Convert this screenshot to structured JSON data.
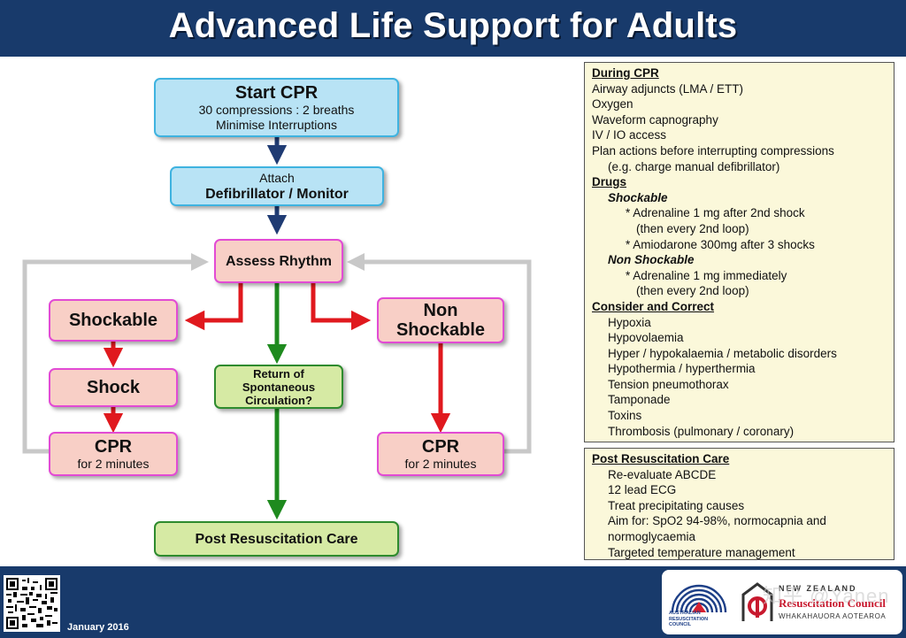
{
  "title": "Advanced Life Support for Adults",
  "flow": {
    "start": {
      "title": "Start CPR",
      "line1": "30 compressions : 2 breaths",
      "line2": "Minimise Interruptions"
    },
    "attach": {
      "line1": "Attach",
      "line2": "Defibrillator / Monitor"
    },
    "assess": "Assess Rhythm",
    "shockable": "Shockable",
    "shock": "Shock",
    "cpr_left": {
      "title": "CPR",
      "sub": "for 2 minutes"
    },
    "rosc": {
      "line1": "Return of",
      "line2": "Spontaneous",
      "line3": "Circulation?"
    },
    "non_shockable": {
      "line1": "Non",
      "line2": "Shockable"
    },
    "cpr_right": {
      "title": "CPR",
      "sub": "for 2 minutes"
    },
    "post": "Post Resuscitation Care"
  },
  "panel1": {
    "during_cpr": {
      "heading": "During CPR",
      "items": [
        "Airway adjuncts (LMA / ETT)",
        "Oxygen",
        "Waveform capnography",
        "IV / IO access",
        "Plan actions before interrupting compressions",
        "(e.g. charge manual defibrillator)"
      ]
    },
    "drugs": {
      "heading": "Drugs",
      "shockable": {
        "label": "Shockable",
        "lines": [
          "* Adrenaline 1 mg after 2nd shock",
          "(then every 2nd loop)",
          "* Amiodarone 300mg after 3 shocks"
        ]
      },
      "non_shockable": {
        "label": "Non Shockable",
        "lines": [
          "* Adrenaline 1 mg immediately",
          "(then every 2nd loop)"
        ]
      }
    },
    "consider": {
      "heading": "Consider and Correct",
      "items": [
        "Hypoxia",
        "Hypovolaemia",
        "Hyper / hypokalaemia / metabolic disorders",
        "Hypothermia / hyperthermia",
        "Tension pneumothorax",
        "Tamponade",
        "Toxins",
        "Thrombosis (pulmonary / coronary)"
      ]
    }
  },
  "panel2": {
    "heading": "Post Resuscitation Care",
    "items": [
      "Re-evaluate ABCDE",
      "12 lead ECG",
      "Treat precipitating causes",
      "Aim for: SpO2 94-98%, normocapnia and",
      "normoglycaemia",
      "Targeted temperature management"
    ]
  },
  "footer": {
    "date": "January 2016",
    "arc_lines": [
      "AUSTRALIAN",
      "RESUSCITATION",
      "COUNCIL"
    ],
    "nz_top": "NEW ZEALAND",
    "nz_main": "Resuscitation Council",
    "nz_sub": "WHAKAHAUORA AOTEAROA",
    "watermark": "知乎 @Yanen"
  },
  "colors": {
    "header": "#183a6b",
    "blue_box": "#b8e3f5",
    "pink_box": "#f8cfc6",
    "green_box": "#d6eaa4",
    "arrow_navy": "#1f3b73",
    "arrow_red": "#e0191e",
    "arrow_green": "#1e8a1e",
    "loop_grey": "#c8c8c8",
    "panel_bg": "#fbf8da"
  }
}
